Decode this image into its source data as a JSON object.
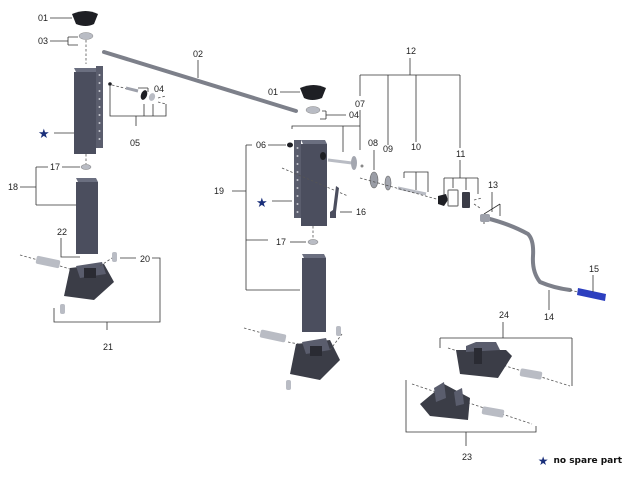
{
  "diagram": {
    "type": "exploded-parts-view",
    "colors": {
      "part_body": "#4b4e5e",
      "part_body_light": "#6b6f80",
      "part_dark": "#1e1f24",
      "metal": "#b9bcc4",
      "rod": "#7d808a",
      "handle_grip": "#2c3fbf",
      "marker_star": "#1a2f7a",
      "leader_line": "#333333"
    },
    "labels": {
      "p01a": "01",
      "p01b": "01",
      "p02": "02",
      "p03": "03",
      "p04a": "04",
      "p04b": "04",
      "p05": "05",
      "p06": "06",
      "p07": "07",
      "p08": "08",
      "p09": "09",
      "p10": "10",
      "p11": "11",
      "p12": "12",
      "p13": "13",
      "p14": "14",
      "p15": "15",
      "p16": "16",
      "p17a": "17",
      "p17b": "17",
      "p18": "18",
      "p19": "19",
      "p20": "20",
      "p21": "21",
      "p22": "22",
      "p23": "23",
      "p24": "24"
    },
    "markers": {
      "star_symbol": "★"
    },
    "legend": {
      "symbol": "★",
      "text": "no spare part"
    }
  }
}
